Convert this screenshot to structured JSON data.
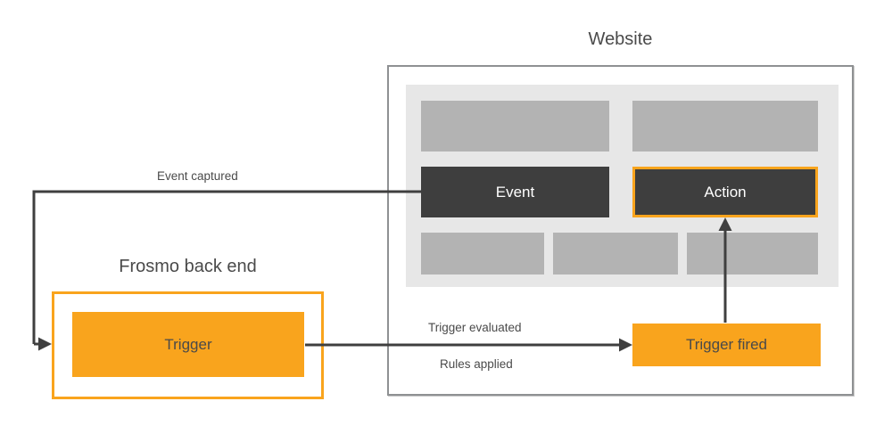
{
  "diagram": {
    "website": {
      "title": "Website",
      "event_label": "Event",
      "action_label": "Action",
      "trigger_fired_label": "Trigger fired"
    },
    "backend": {
      "title": "Frosmo back end",
      "trigger_label": "Trigger"
    },
    "arrows": {
      "event_captured_label": "Event captured",
      "trigger_evaluated_label": "Trigger evaluated",
      "rules_applied_label": "Rules applied"
    }
  },
  "colors": {
    "accent_orange": "#F9A41D",
    "dark_box": "#3E3E3E",
    "placeholder_gray": "#B3B3B3",
    "panel_gray": "#E7E7E7",
    "border_gray": "#8F9193",
    "text_gray": "#4A4A4A",
    "arrow": "#3F3F3F",
    "box_text_light": "#FFFFFF"
  }
}
